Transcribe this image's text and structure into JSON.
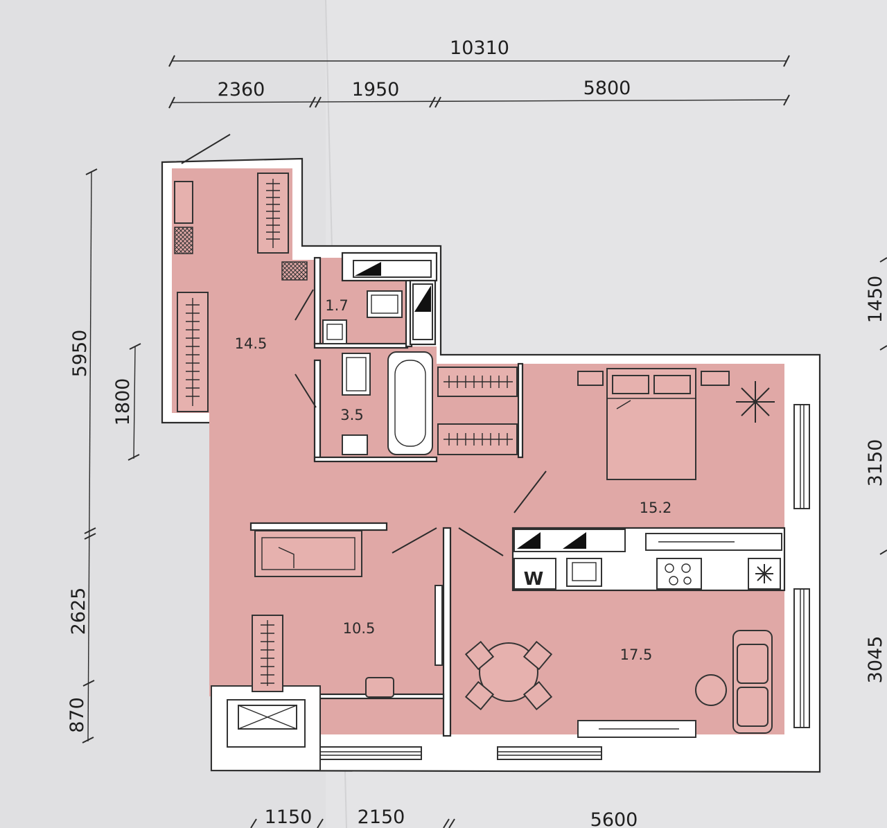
{
  "plan": {
    "dimensions": {
      "top_total": "10310",
      "top_segments": [
        "2360",
        "1950",
        "5800"
      ],
      "left_total": "5950",
      "left_inner": "1800",
      "left_lower": "2625",
      "left_bottom": "870",
      "right_top": "1450",
      "right_middle": "3150",
      "right_bottom": "3045",
      "bottom_segments": [
        "1150",
        "2150",
        "5600"
      ]
    },
    "rooms": [
      {
        "id": "hallway",
        "area": "14.5"
      },
      {
        "id": "wc",
        "area": "1.7"
      },
      {
        "id": "bathroom",
        "area": "3.5"
      },
      {
        "id": "bedroom",
        "area": "15.2"
      },
      {
        "id": "room",
        "area": "10.5"
      },
      {
        "id": "kitchen-living",
        "area": "17.5"
      }
    ],
    "labels": {
      "washer": "W"
    },
    "colors": {
      "room_fill": "#e0a8a6",
      "paper": "#e4e4e6",
      "wall": "#ffffff",
      "line": "#2b2b2b"
    }
  }
}
